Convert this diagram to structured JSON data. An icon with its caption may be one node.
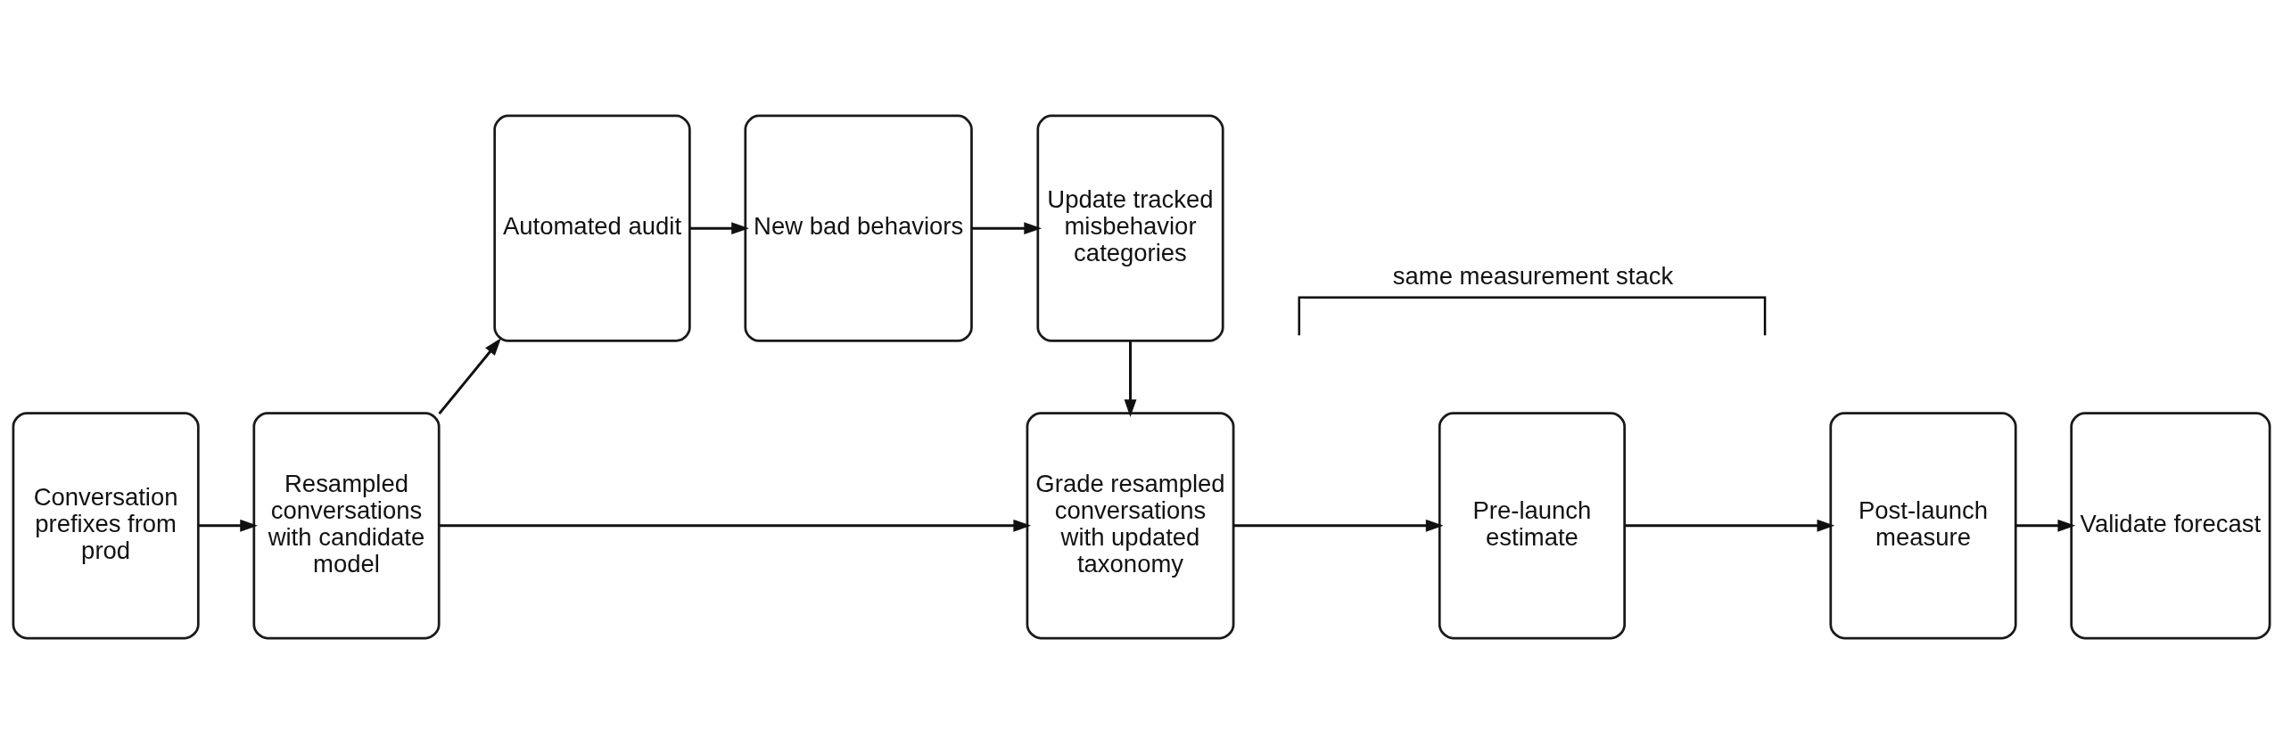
{
  "diagram": {
    "nodes": [
      {
        "text": [
          "Conversation prefixes from prod"
        ]
      },
      {
        "text": [
          "Resampled conversations with candidate model"
        ]
      },
      {
        "text": [
          "Automated audit"
        ]
      },
      {
        "text": [
          "New bad behaviors"
        ]
      },
      {
        "text": [
          "Update tracked misbehavior categories"
        ]
      },
      {
        "text": [
          "Grade resampled conversations with updated taxonomy"
        ]
      },
      {
        "text": [
          "Pre-launch estimate"
        ]
      },
      {
        "text": [
          "Post-launch measure"
        ]
      },
      {
        "text": [
          "Validate forecast"
        ]
      }
    ],
    "edges": [
      {
        "from": 0,
        "to": 1,
        "arrow": "to"
      },
      {
        "from": 1,
        "to": 2,
        "arrow": "to"
      },
      {
        "from": 2,
        "to": 3,
        "arrow": "to"
      },
      {
        "from": 3,
        "to": 4,
        "arrow": "to"
      },
      {
        "from": 4,
        "to": 5,
        "arrow": "to"
      },
      {
        "from": 1,
        "to": 5,
        "arrow": "to"
      },
      {
        "from": 5,
        "to": 6,
        "arrow": "to"
      },
      {
        "from": 6,
        "to": 7,
        "arrow": "to"
      },
      {
        "from": 7,
        "to": 8,
        "arrow": "to"
      }
    ],
    "labels": [
      "same measurement stack"
    ]
  }
}
